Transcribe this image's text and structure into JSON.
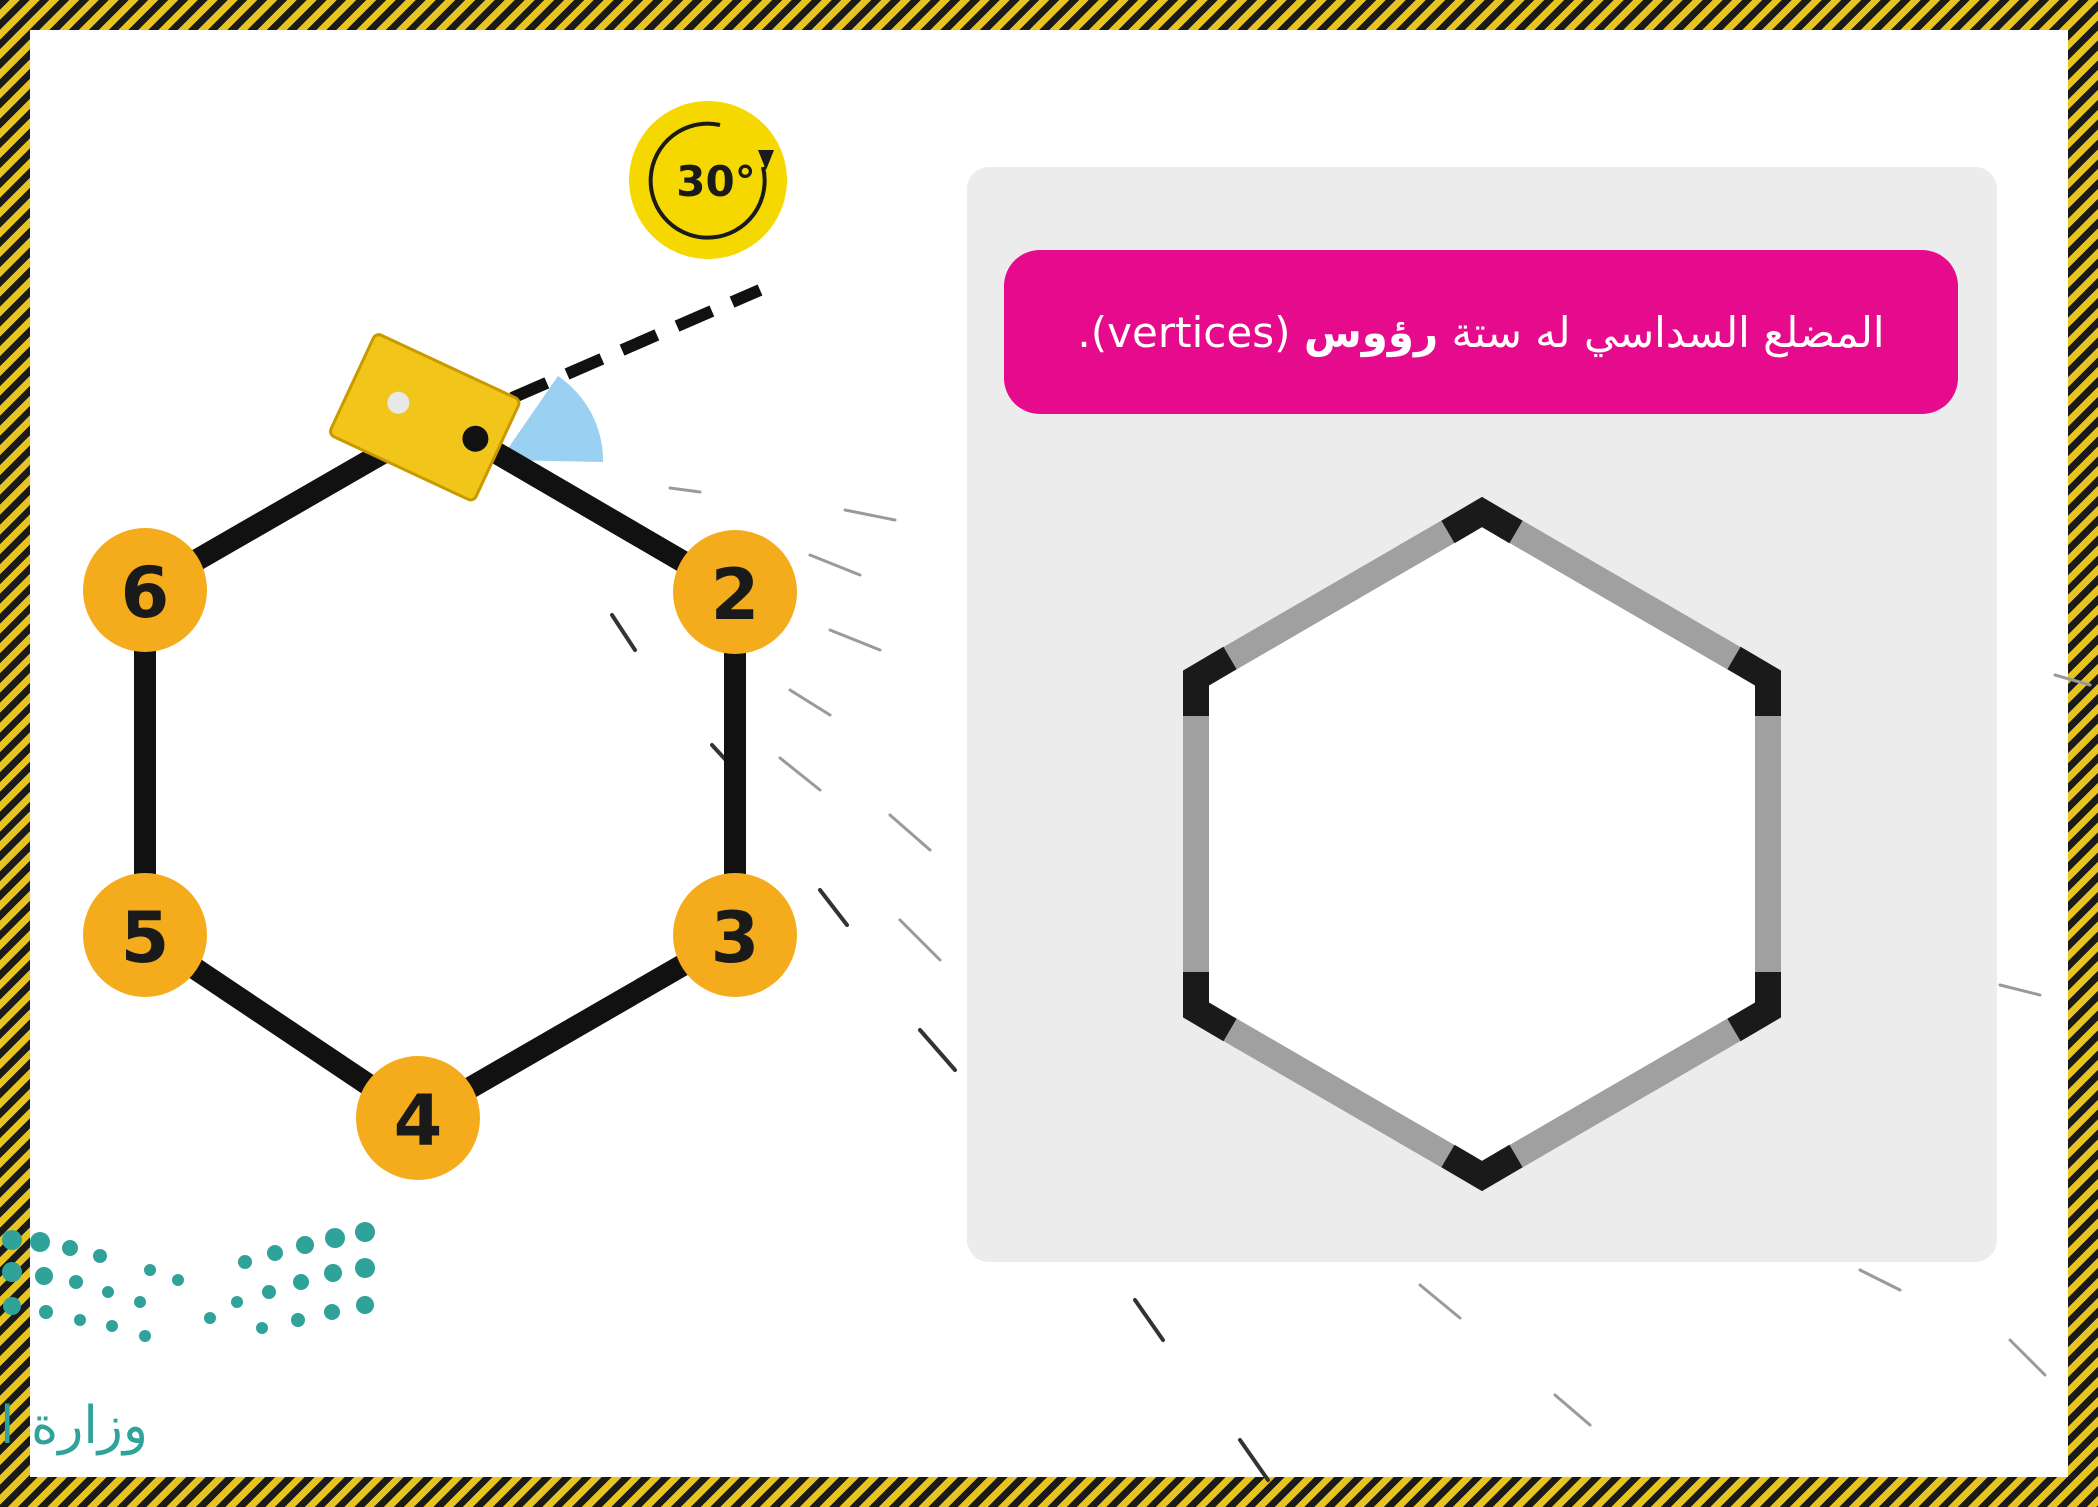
{
  "banner": {
    "text_part1": "المضلع السداسي له ستة",
    "text_bold": "رؤوس",
    "text_part2": "(vertices)."
  },
  "turn_indicator": {
    "label": "30°",
    "angle_degrees": 30
  },
  "vertex_labels": [
    "2",
    "3",
    "4",
    "5",
    "6"
  ],
  "logo": {
    "text": "وزارة ا"
  },
  "colors": {
    "banner": "#e60a8c",
    "vertex_badge": "#f5ac1c",
    "robot": "#f2c51b",
    "path": "#111111",
    "panel": "#ececec",
    "hexagon_edge": "#a0a0a0",
    "turn_wedge": "#8fcbef",
    "logo_teal": "#2fa39a"
  },
  "icons": [
    "robot-icon",
    "turn-angle-icon",
    "ministry-logo-icon"
  ]
}
